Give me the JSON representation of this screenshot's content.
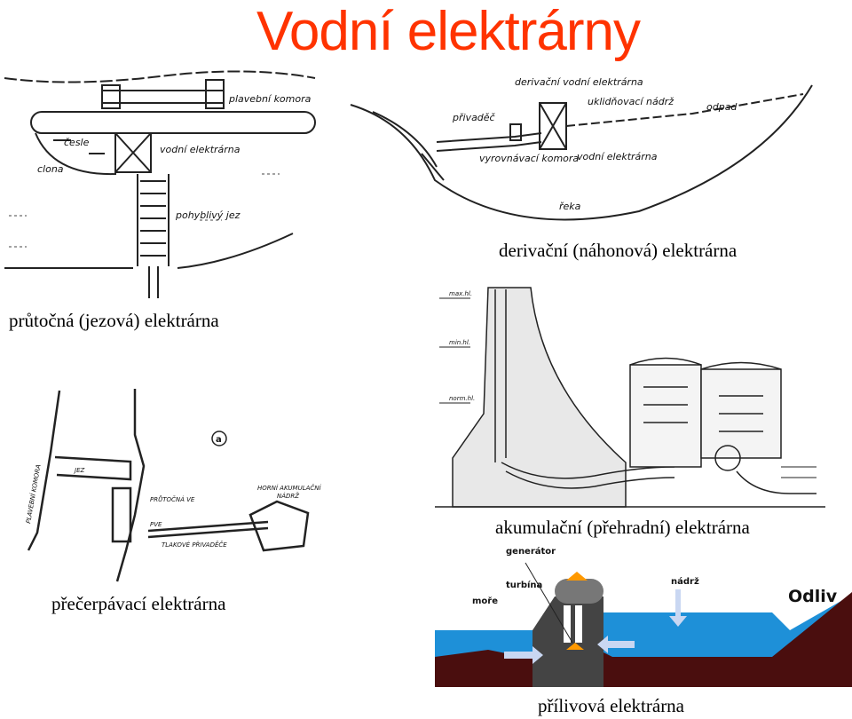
{
  "title": "Vodní elektrárny",
  "captions": {
    "run_of_river": "průtočná (jezová) elektrárna",
    "diversion": "derivační (náhonová) elektrárna",
    "storage": "akumulační (přehradní) elektrárna",
    "pumped": "přečerpávací elektrárna",
    "tidal": "přílivová elektrárna"
  },
  "run_of_river_labels": {
    "plavebni_komora": "plavební komora",
    "cesle": "česle",
    "clona": "clona",
    "vodni_elektrarna": "vodní elektrárna",
    "pohyblivy_jez": "pohyblivý jez"
  },
  "diversion_labels": {
    "top": "derivační vodní elektrárna",
    "privadec": "přivaděč",
    "uklidnovaci_nadrz": "uklidňovací nádrž",
    "odpad": "odpad",
    "vyrovnavaci_komora": "vyrovnávací komora",
    "vodni_elektrarna": "vodní elektrárna",
    "reka": "řeka"
  },
  "pumped_labels": {
    "marker": "a",
    "plavebni_komora": "PLAVEBNÍ KOMORA",
    "jez": "JEZ",
    "pruttocna_ve": "PRŮTOČNÁ VE",
    "horni_nadrz_1": "HORNÍ AKUMULAČNÍ",
    "horni_nadrz_2": "NÁDRŽ",
    "pve": "PVE",
    "tlakove_privadece": "TLAKOVÉ PŘIVADĚČE"
  },
  "storage_labels": {
    "max_hl": "max.hl.",
    "min_hl": "min.hl.",
    "norm_hl": "norm.hl."
  },
  "tidal_labels": {
    "generator": "generátor",
    "turbina": "turbína",
    "more": "moře",
    "nadrz": "nádrž",
    "odliv": "Odliv"
  },
  "colors": {
    "title": "#ff3300",
    "water": "#1e90d8",
    "ground": "#4a0e0e",
    "machine": "#ff9900",
    "building": "#444444"
  }
}
